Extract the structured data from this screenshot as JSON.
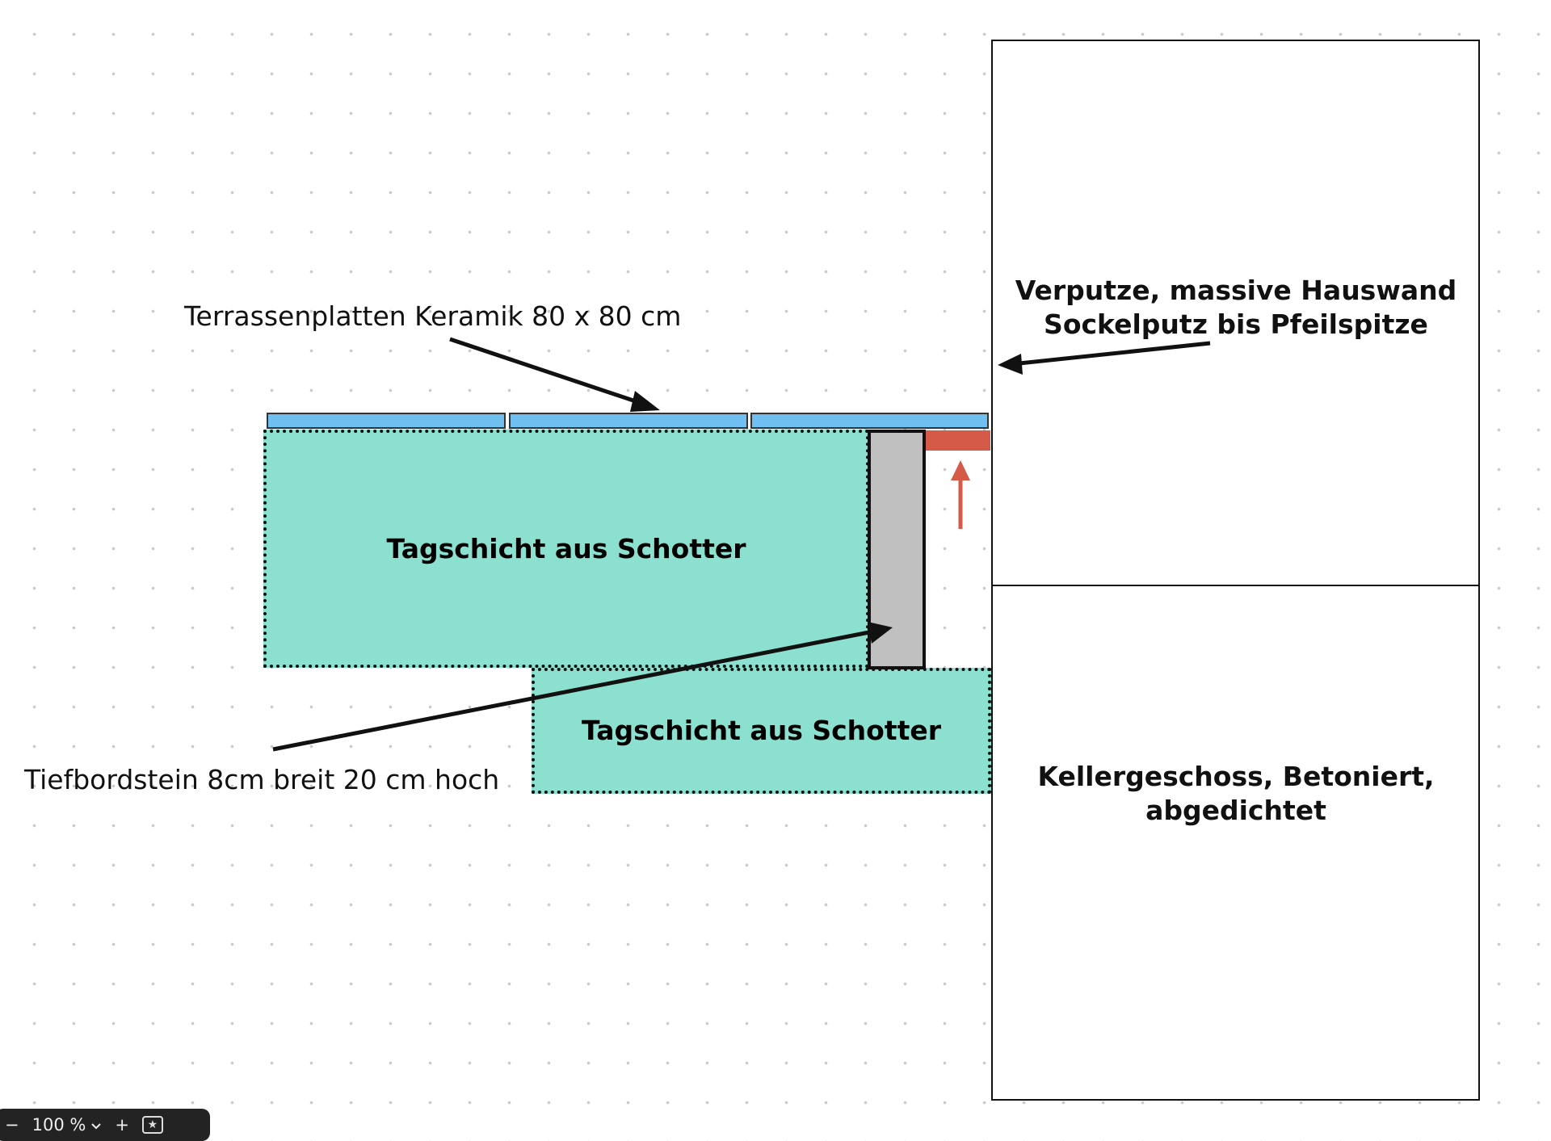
{
  "diagram": {
    "labels": {
      "tiles": "Terrassenplatten Keramik 80 x 80 cm",
      "gravel_upper": "Tagschicht aus Schotter",
      "gravel_lower": "Tagschicht aus Schotter",
      "curb": "Tiefbordstein 8cm breit 20 cm hoch",
      "wall_line1": "Verputze, massive Hauswand",
      "wall_line2": "Sockelputz bis Pfeilspitze",
      "cellar_line1": "Kellergeschoss, Betoniert,",
      "cellar_line2": "abgedichtet"
    },
    "colors": {
      "tiles": "#6fbff0",
      "gravel": "#8ce0cf",
      "curb": "#c0c0c0",
      "plaster_strip": "#d65a48",
      "arrow_black": "#111111",
      "arrow_red": "#d65a48"
    }
  },
  "toolbar": {
    "zoom_out": "−",
    "zoom_level": "100 %",
    "zoom_dropdown_icon": "chevron-down-icon",
    "zoom_in": "+",
    "extra_icon": "star-box-icon"
  }
}
